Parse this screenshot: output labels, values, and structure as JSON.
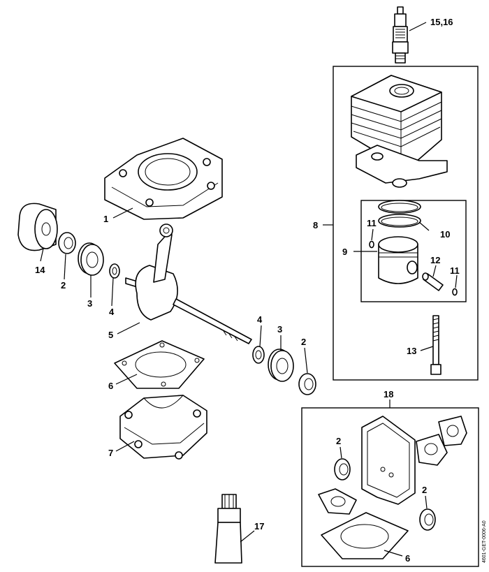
{
  "callouts": {
    "c1": "1",
    "c2": "2",
    "c3": "3",
    "c4": "4",
    "c5": "5",
    "c6": "6",
    "c7": "7",
    "c8": "8",
    "c9": "9",
    "c10": "10",
    "c11": "11",
    "c12": "12",
    "c13": "13",
    "c14": "14",
    "c15_16": "15,16",
    "c17": "17",
    "c18": "18"
  },
  "drawing_code": "4601-GET-0006-A0"
}
